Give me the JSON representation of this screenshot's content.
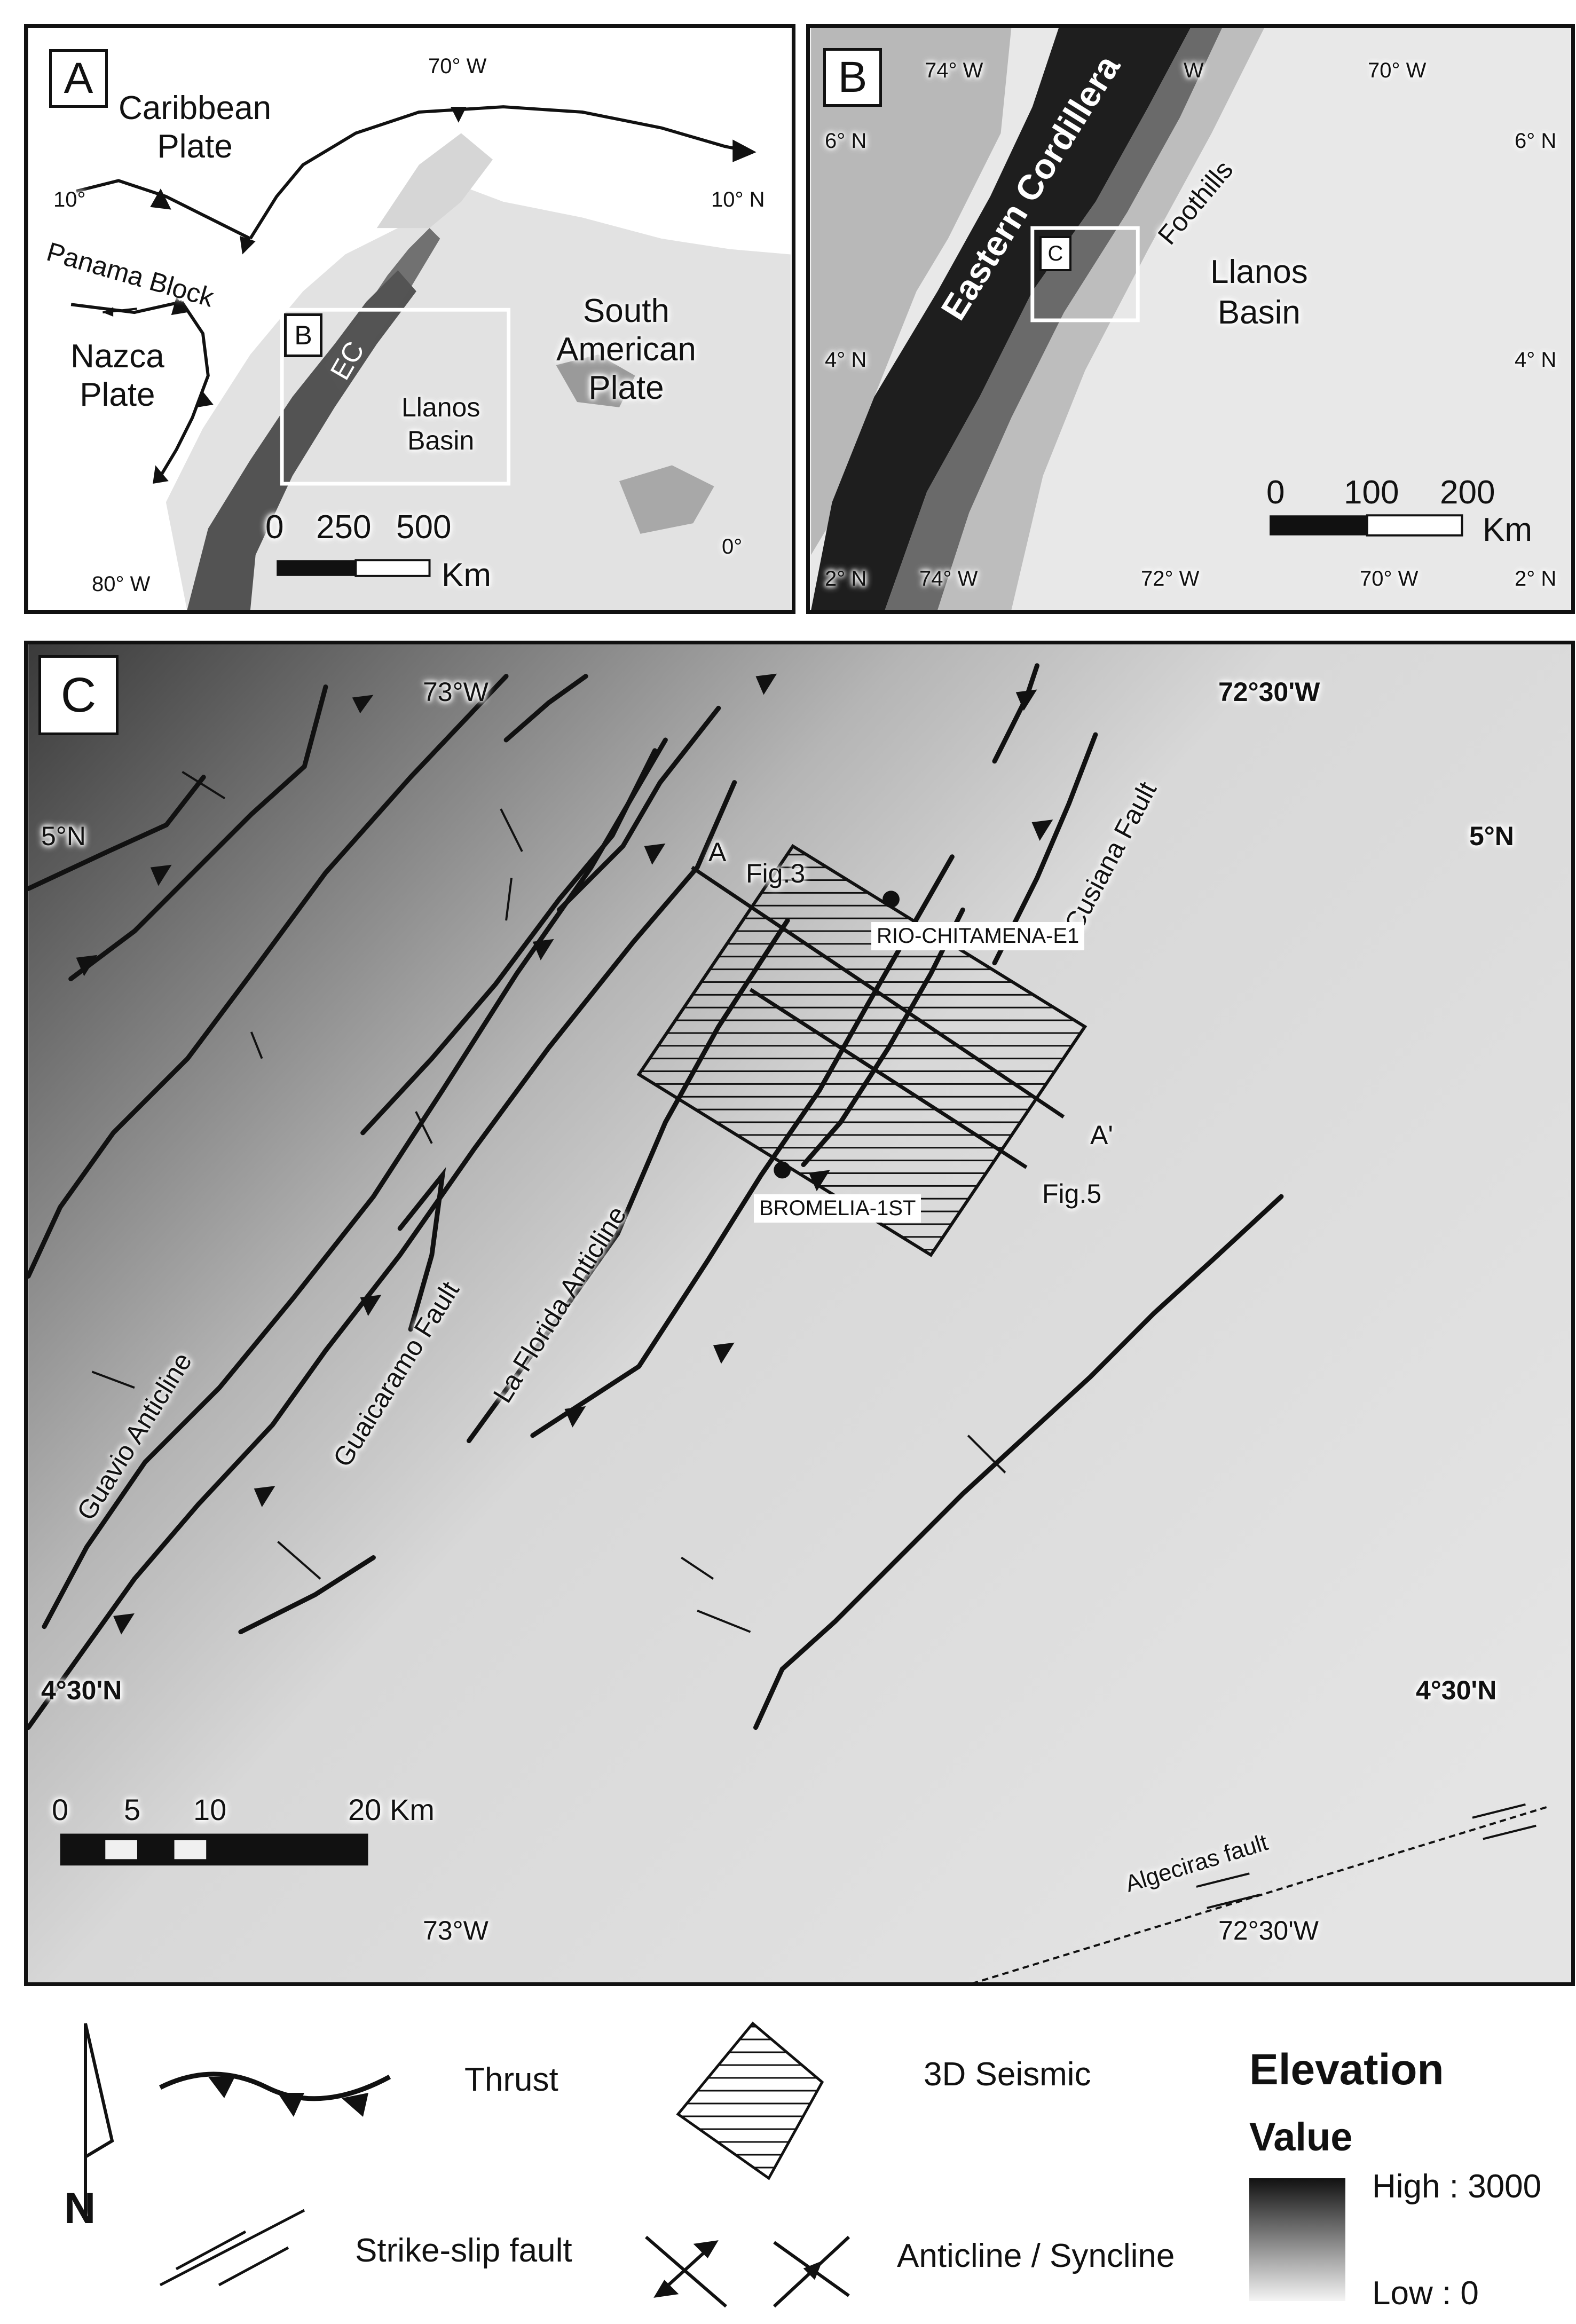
{
  "panel_a": {
    "tag": "A",
    "labels": {
      "caribbean_plate": "Caribbean\nPlate",
      "panama_block": "Panama Block",
      "nazca_plate": "Nazca\nPlate",
      "south_american_plate": "South\nAmerican\nPlate",
      "ec": "EC",
      "llanos_basin": "Llanos\nBasin",
      "inset_tag": "B"
    },
    "coords": {
      "lon_70w": "70° W",
      "lat_10n_left": "10°",
      "lat_10n_right": "10° N",
      "lat_0": "0°",
      "lon_80w": "80° W"
    },
    "scale": {
      "ticks": [
        "0",
        "250",
        "500"
      ],
      "unit": "Km"
    }
  },
  "panel_b": {
    "tag": "B",
    "labels": {
      "eastern_cordillera": "Eastern Cordillera",
      "foothills": "Foothills",
      "llanos_basin": "Llanos\nBasin",
      "inset_tag": "C"
    },
    "coords": {
      "top_74w": "74° W",
      "top_72w": "W",
      "top_70w": "70° W",
      "bottom_74w": "74° W",
      "bottom_72w": "72° W",
      "bottom_70w": "70° W",
      "left_6n": "6° N",
      "left_4n": "4° N",
      "left_2n": "2° N",
      "right_6n": "6° N",
      "right_4n": "4° N",
      "right_2n": "2° N"
    },
    "scale": {
      "ticks": [
        "0",
        "100",
        "200"
      ],
      "unit": "Km"
    }
  },
  "panel_c": {
    "tag": "C",
    "coords": {
      "top_73w": "73°W",
      "top_7230w": "72°30'W",
      "bottom_73w": "73°W",
      "bottom_7230w": "72°30'W",
      "left_5n": "5°N",
      "right_5n": "5°N",
      "left_430n": "4°30'N",
      "right_430n": "4°30'N"
    },
    "features": {
      "guavio": "Guavio Anticline",
      "guaicaramo": "Guaicaramo Fault",
      "la_florida": "La Florida Anticline",
      "cusiana": "Cusiana Fault",
      "algeciras": "Algeciras fault",
      "section_a": "A",
      "section_a_prime": "A'",
      "fig3": "Fig.3",
      "fig5": "Fig.5"
    },
    "wells": {
      "rio": "RIO-CHITAMENA-E1",
      "bromelia": "BROMELIA-1ST"
    },
    "scale": {
      "ticks": [
        "0",
        "5",
        "10",
        "20 Km"
      ]
    }
  },
  "legend": {
    "north_arrow": "N",
    "thrust": "Thrust",
    "seismic": "3D Seismic",
    "strike_slip": "Strike-slip fault",
    "anticline_syncline": "Anticline / Syncline",
    "elevation_title": "Elevation",
    "elevation_sub": "Value",
    "high": "High : 3000",
    "low": "Low : 0"
  }
}
